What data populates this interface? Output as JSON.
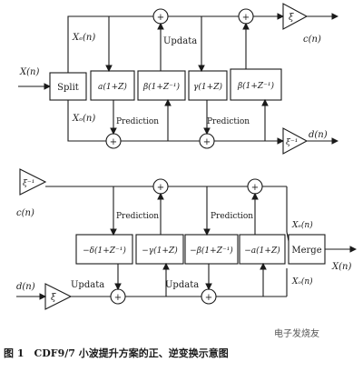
{
  "labels": {
    "X_in": "X(n)",
    "Xe_top": "Xₑ(n)",
    "Xo_bot": "Xₒ(n)",
    "split": "Split",
    "box_a": "a(1+Z)",
    "box_b1": "β(1+Z⁻¹)",
    "box_g": "γ(1+Z)",
    "box_b2": "β(1+Z⁻¹)",
    "updata_top": "Updata",
    "pred_top1": "Prediction",
    "pred_top2": "Prediction",
    "xi_top": "ξ",
    "c_out": "c(n)",
    "xi_inv_top": "ξ⁻¹",
    "d_out": "d(n)",
    "plus": "+",
    "xi_inv_bot": "ξ⁻¹",
    "c_in": "c(n)",
    "pred_bot1": "Prediction",
    "pred_bot2": "Prediction",
    "box_nd": "−δ(1+Z⁻¹)",
    "box_ng": "−γ(1+Z)",
    "box_nb": "−β(1+Z⁻¹)",
    "box_na": "−a(1+Z)",
    "merge": "Merge",
    "Xe_bot": "Xₑ(n)",
    "Xo_bot2": "Xₒ(n)",
    "X_out": "X(n)",
    "updata_bot1": "Updata",
    "updata_bot2": "Updata",
    "d_in": "d(n)",
    "xi_bot": "ξ",
    "caption": "图 1　CDF9/7 小波提升方案的正、逆变换示意图",
    "watermark": "电子发烧友"
  }
}
